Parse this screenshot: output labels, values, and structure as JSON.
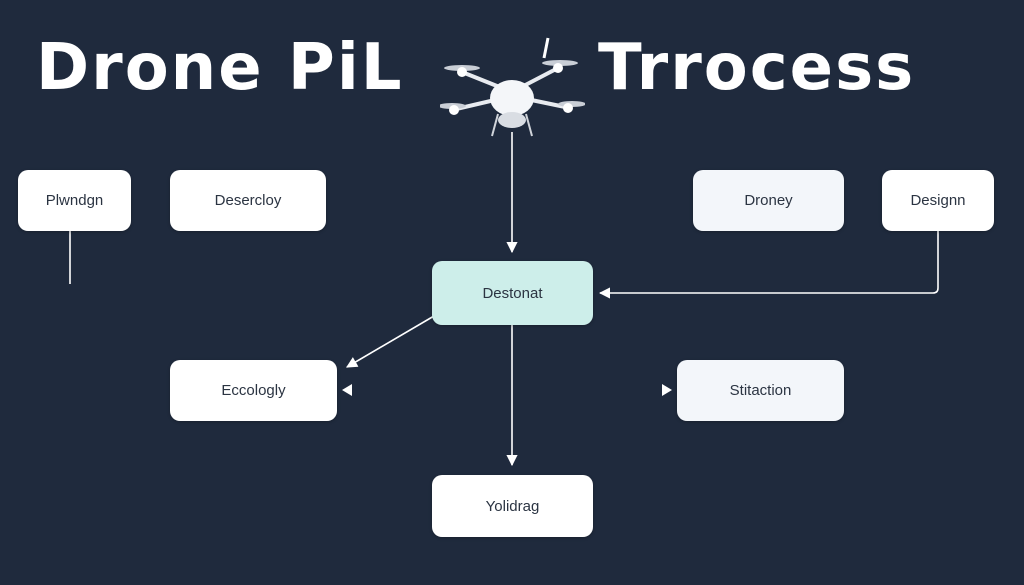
{
  "title": {
    "left": "Drone PiL",
    "right": "Trrocess"
  },
  "nodes": {
    "plwndgn": "Plwndgn",
    "desercloy": "Desercloy",
    "droney": "Droney",
    "designn": "Designn",
    "destonat": "Destonat",
    "eccologly": "Eccologly",
    "stitaction": "Stitaction",
    "yolidrag": "Yolidrag"
  },
  "colors": {
    "background": "#1f2a3d",
    "node": "#ffffff",
    "center_node": "#cdeeea",
    "connector": "#ffffff"
  },
  "icons": {
    "drone": "drone-icon"
  }
}
